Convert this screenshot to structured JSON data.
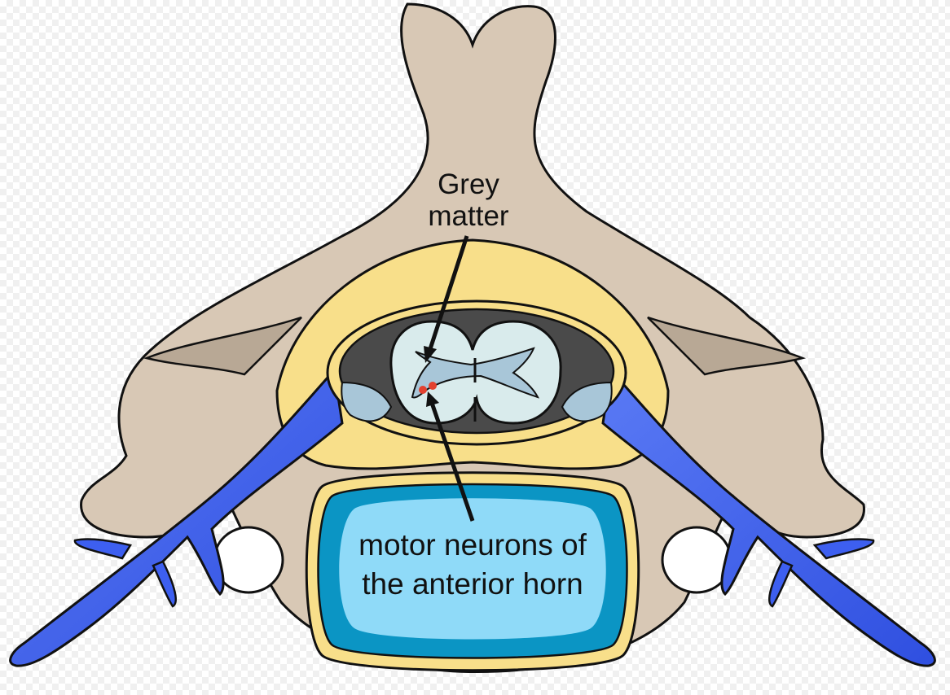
{
  "labels": {
    "grey_matter": [
      "Grey",
      "matter"
    ],
    "motor_neurons": [
      "motor neurons of",
      "the anterior horn"
    ]
  },
  "colors": {
    "bone": "#d8c8b5",
    "fat": "#f8df8a",
    "nerve": "#3d5ff0",
    "white_matter": "#d9ebec",
    "grey_matter": "#a8c6d8",
    "csf_dark": "#4a4a4a",
    "disc_outer": "#0b95c4",
    "disc_inner": "#8fdaf8",
    "neuron": "#e3412f"
  }
}
